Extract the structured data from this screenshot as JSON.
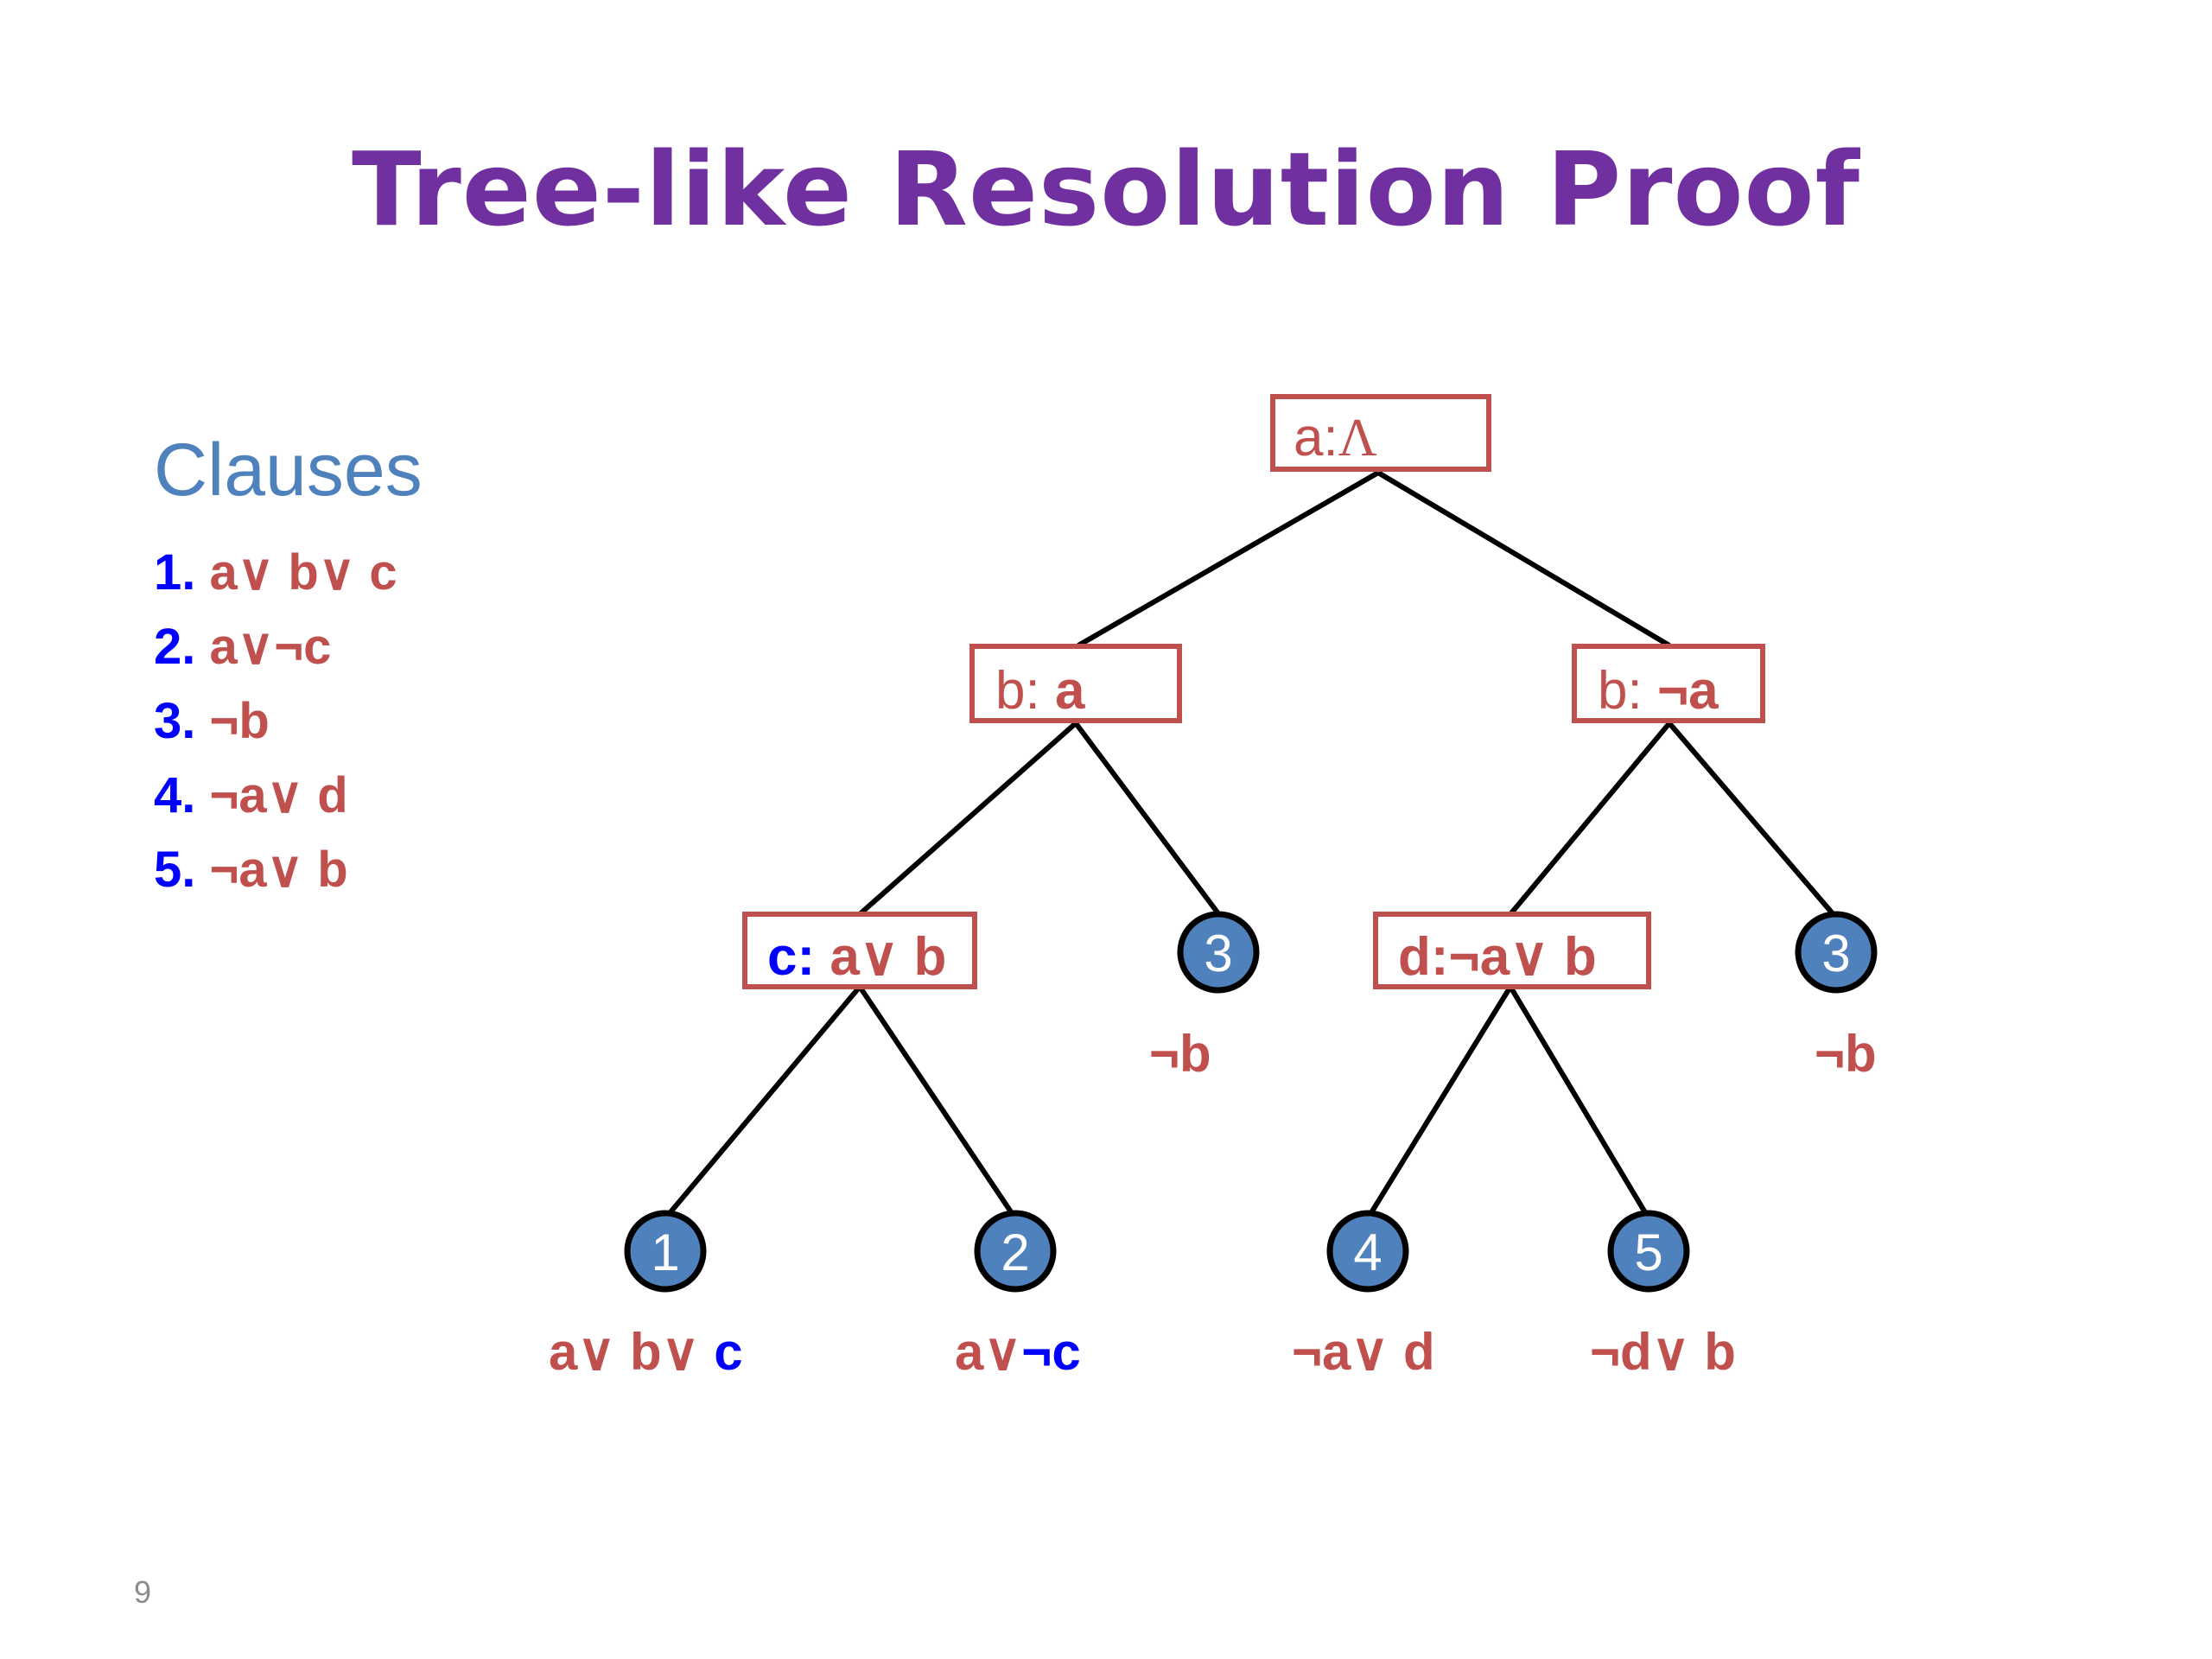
{
  "title": "Tree-like Resolution Proof",
  "clauses": {
    "heading": "Clauses",
    "items": [
      {
        "num": "1.",
        "text": "a∨ b∨ c"
      },
      {
        "num": "2.",
        "text": "a∨¬c"
      },
      {
        "num": "3.",
        "text": "¬b"
      },
      {
        "num": "4.",
        "text": "¬a∨ d"
      },
      {
        "num": "5.",
        "text": "¬a∨ b"
      }
    ]
  },
  "tree": {
    "root": {
      "var": "a:",
      "clause": "Λ"
    },
    "left": {
      "var": "b:",
      "clause": " a"
    },
    "right": {
      "var": "b:",
      "clause": " ¬a"
    },
    "left_left": {
      "var": "c:",
      "clause": " a∨ b"
    },
    "right_left": {
      "var": "d:",
      "clause": "¬a∨ b"
    },
    "leaves": [
      {
        "num": "1",
        "label_main": "a∨ b∨ ",
        "label_pivot": "c"
      },
      {
        "num": "2",
        "label_main": "a∨",
        "label_pivot": "¬c"
      },
      {
        "num": "3",
        "label_main": "¬b",
        "label_pivot": ""
      },
      {
        "num": "4",
        "label_main": "¬a∨ d",
        "label_pivot": ""
      },
      {
        "num": "5",
        "label_main": "¬d∨ b",
        "label_pivot": ""
      },
      {
        "num": "3",
        "label_main": "¬b",
        "label_pivot": ""
      }
    ]
  },
  "page_number": "9",
  "colors": {
    "title": "#7030A0",
    "heading": "#4F81BD",
    "clause_text": "#C0504D",
    "number": "#0000FF",
    "node_fill": "#4F81BD"
  }
}
